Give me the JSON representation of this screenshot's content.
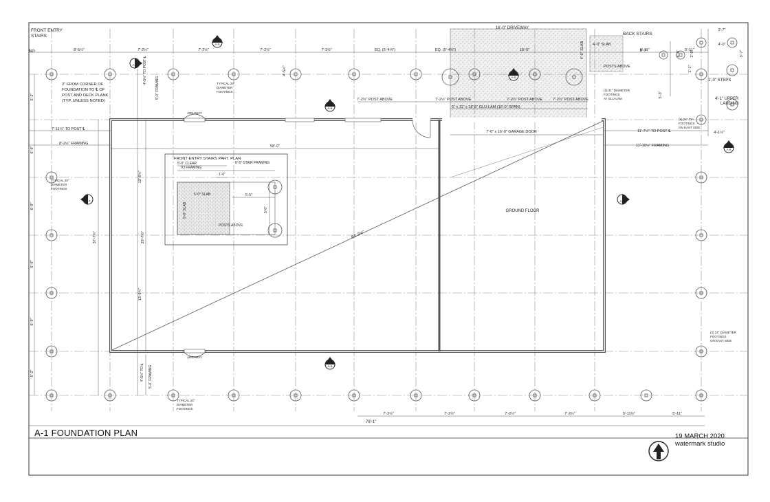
{
  "sheet": {
    "title": "A-1 FOUNDATION PLAN",
    "date": "19 MARCH 2020",
    "studio": "watermark studio"
  },
  "labels": {
    "front_entry_stairs_1": "FRONT ENTRY",
    "front_entry_stairs_2": "STAIRS",
    "ng": "NG",
    "driveway": "16'-0\" DRIVEWAY",
    "back_stairs": "BACK STAIRS",
    "slab_back": "4'-0\" SLAB",
    "posts_above_back": "POSTS ABOVE",
    "steps": "1'-0\" STEPS",
    "upper_landing_1": "4'-1\" UPPER",
    "upper_landing_2": "LANDING",
    "glulam": "5\" x 11\" x 18'-5\" GLU-LAM (18'-0\" SPAN)",
    "garage_door": "7'-0\" x 16'-0\" GARAGE DOOR",
    "ground_floor": "GROUND FLOOR",
    "areaway_top": "AREAWAY",
    "areaway_bottom": "AREAWAY",
    "note_corner_1": "2\" FROM CORNER OF",
    "note_corner_2": "FOUNDATION TO ℄ OF",
    "note_corner_3": "POST AND DECK PLANK",
    "note_corner_4": "(TYP. UNLESS NOTED)",
    "typ_footing_top_1": "TYPICAL 20\"",
    "typ_footing_top_2": "DIAMETER",
    "typ_footing_top_3": "FOOTINGS",
    "typ_footing_left_1": "TYPICAL 20\"",
    "typ_footing_left_2": "DIAMETER",
    "typ_footing_left_3": "FOOTINGS",
    "typ_footing_bot_1": "TYPICAL 20\"",
    "typ_footing_bot_2": "DIAMETER",
    "typ_footing_bot_3": "FOOTINGS",
    "glulam_footing_1": "(2) 31\" DIAMETER",
    "glulam_footing_2": "FOOTINGS",
    "glulam_footing_3": "AT GLU-LAM",
    "east_footing_a_1": "(5) 24\" DIA",
    "east_footing_a_2": "FOOTINGS",
    "east_footing_a_3": "ON EAST SIDE",
    "east_footing_b_1": "(3) 24\" DIAMETER",
    "east_footing_b_2": "FOOTINGS",
    "east_footing_b_3": "ON EAST SIDE",
    "front_stairs_plan": "FRONT ENTRY STAIRS PART. PLAN",
    "clear_1": "5'-0\" CLEAR",
    "clear_2": "TO FRAMING",
    "stair_framing": "6'-5\" STAIR FRAMING",
    "slab_front": "5'-0\" SLAB",
    "slab_front_v": "5'-0\" SLAB",
    "posts_above_front": "POSTS ABOVE",
    "one_foot": "1'-0\"",
    "five_five": "5'-5\"",
    "five_zero_v": "5'-0\""
  },
  "dims": {
    "top_row": [
      "8'-5½\"",
      "7'-2½\"",
      "7'-2½\"",
      "7'-2½\"",
      "7'-2½\"",
      "EQ. (5'-4⅝\")",
      "EQ. (5'-4⅝\")",
      "18'-0\"",
      "5'-11\"",
      "5'-11\""
    ],
    "post_above": [
      "7'-2½\" POST ABOVE",
      "7'-2½\" POST ABOVE",
      "7'-2½\" POST ABOVE",
      "7'-2½\" POST ABOVE"
    ],
    "to_post_left": "7'-11½\" TO POST ℄",
    "framing_left": "8'-2½\" FRAMING",
    "overall_58": "58'-0\"",
    "to_post_right": "11'-7½\" TO POST ℄",
    "framing_right": "11'-10½\" FRAMING",
    "diagonal": "64'-3¾\"",
    "bottom_row": [
      "7'-2½\"",
      "7'-2½\"",
      "7'-2½\"",
      "7'-2½\"",
      "5'-11½\"",
      "5'-11\""
    ],
    "overall_78": "78'-1\"",
    "left_col": [
      "5'-2\"",
      "6'-9\"",
      "6'-9\"",
      "6'-9\"",
      "6'-9\"",
      "5'-2\""
    ],
    "left_inner": [
      "37'-7¾\"",
      "29'-7½\"",
      "13'-9¾\"",
      "13'-9¾\""
    ],
    "left_post_top": "4'-5½\" TO POST ℄",
    "left_framing_top": "5'-0\" FRAMING",
    "left_post_bot": "4'-5½\" TO ℄",
    "left_framing_bot": "5'-0\" FRAMING",
    "right_col": [
      "3'-7\"",
      "4'-0\"",
      "3'-7\"",
      "5'-3\"",
      "4'-1½\""
    ],
    "right_misc": [
      "4'-0\" SLAB",
      "4'-0\"",
      "5'-7\"",
      "2'-9\"",
      "4'-5½\"",
      "1'-1\""
    ]
  },
  "markers": {
    "a5": "A-5",
    "a2": "A-2",
    "a6": "A-6",
    "a7": "A-7",
    "a8": "A-8",
    "one": "1",
    "two": "2"
  },
  "colors": {
    "ink": "#222222",
    "grid": "#8a8a8a",
    "wall": "#555555",
    "hatch": "#bdbdbd"
  }
}
